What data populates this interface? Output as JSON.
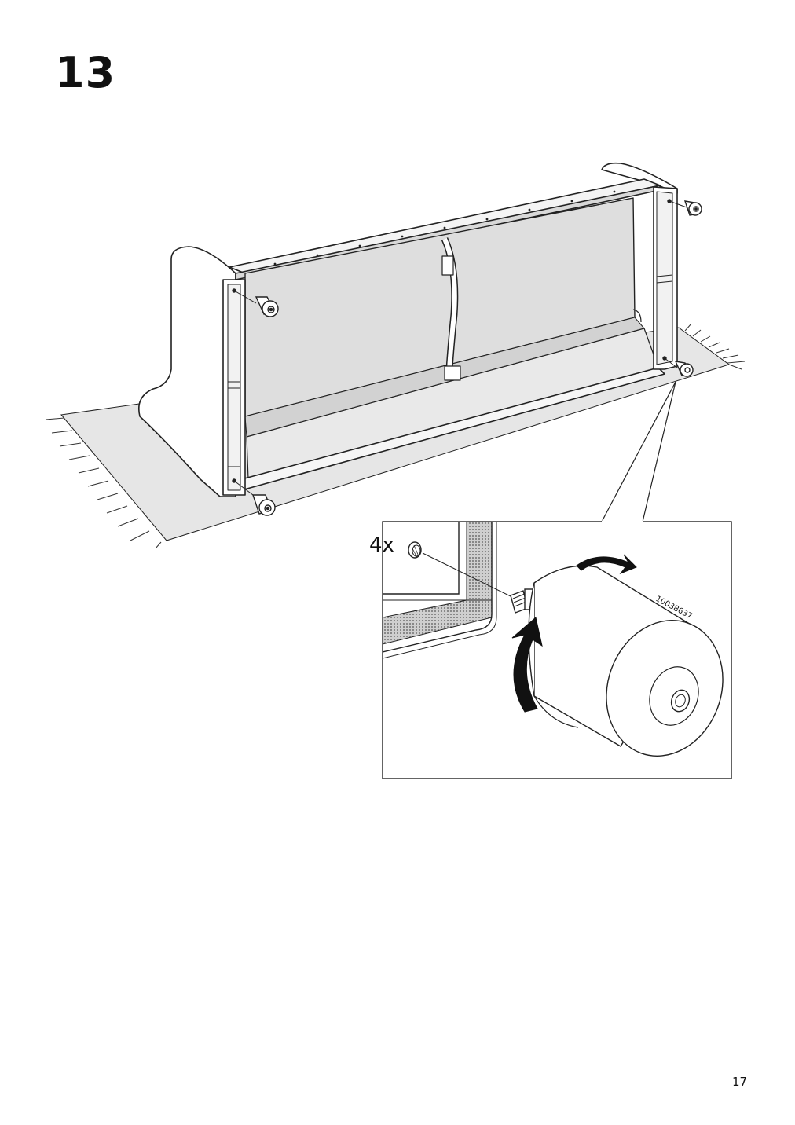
{
  "step": {
    "number": "13"
  },
  "detail": {
    "quantity": "4x",
    "part_number": "10038637"
  },
  "footer": {
    "page_number": "17"
  }
}
